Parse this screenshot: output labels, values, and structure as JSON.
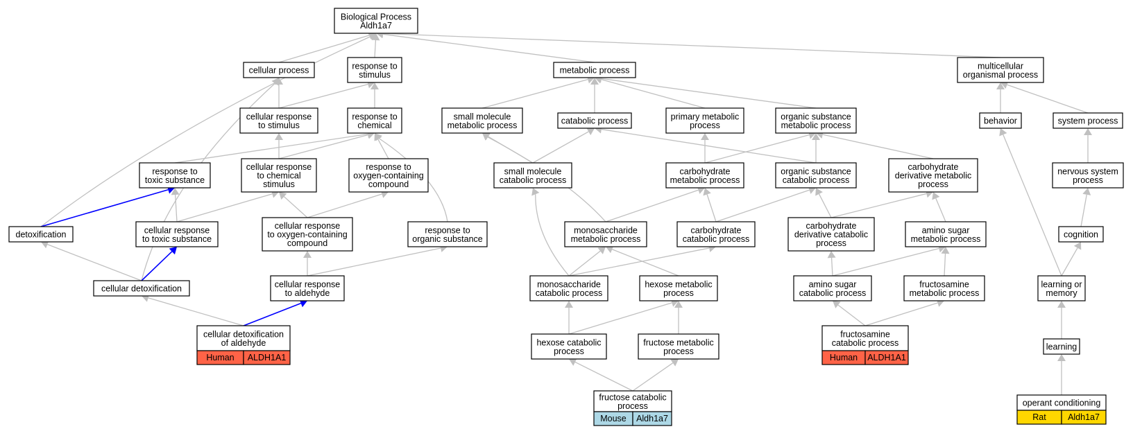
{
  "diagram": {
    "colors": {
      "edge": "#c0c0c0",
      "highlight_edge": "#0000ff",
      "human": "#ff6347",
      "mouse": "#add8e6",
      "rat": "#ffd700"
    },
    "nodes": [
      {
        "id": "root",
        "lines": [
          "Biological Process",
          "Aldh1a7"
        ]
      },
      {
        "id": "cellular_process",
        "lines": [
          "cellular process"
        ]
      },
      {
        "id": "response_to_stimulus",
        "lines": [
          "response to",
          "stimulus"
        ]
      },
      {
        "id": "metabolic_process",
        "lines": [
          "metabolic process"
        ]
      },
      {
        "id": "multicellular",
        "lines": [
          "multicellular",
          "organismal process"
        ]
      },
      {
        "id": "cell_resp_stimulus",
        "lines": [
          "cellular response",
          "to stimulus"
        ]
      },
      {
        "id": "response_to_chemical",
        "lines": [
          "response to",
          "chemical"
        ]
      },
      {
        "id": "small_mol_metab",
        "lines": [
          "small molecule",
          "metabolic process"
        ]
      },
      {
        "id": "catabolic_process",
        "lines": [
          "catabolic process"
        ]
      },
      {
        "id": "primary_metab",
        "lines": [
          "primary metabolic",
          "process"
        ]
      },
      {
        "id": "org_sub_metab",
        "lines": [
          "organic substance",
          "metabolic process"
        ]
      },
      {
        "id": "behavior",
        "lines": [
          "behavior"
        ]
      },
      {
        "id": "system_process",
        "lines": [
          "system process"
        ]
      },
      {
        "id": "resp_toxic",
        "lines": [
          "response to",
          "toxic substance"
        ]
      },
      {
        "id": "cell_resp_chem",
        "lines": [
          "cellular response",
          "to chemical",
          "stimulus"
        ]
      },
      {
        "id": "resp_oxygen",
        "lines": [
          "response to",
          "oxygen-containing",
          "compound"
        ]
      },
      {
        "id": "small_mol_catab",
        "lines": [
          "small molecule",
          "catabolic process"
        ]
      },
      {
        "id": "carb_metab",
        "lines": [
          "carbohydrate",
          "metabolic process"
        ]
      },
      {
        "id": "org_sub_catab",
        "lines": [
          "organic substance",
          "catabolic process"
        ]
      },
      {
        "id": "carb_deriv_metab",
        "lines": [
          "carbohydrate",
          "derivative metabolic",
          "process"
        ]
      },
      {
        "id": "nervous_system",
        "lines": [
          "nervous system",
          "process"
        ]
      },
      {
        "id": "detoxification",
        "lines": [
          "detoxification"
        ]
      },
      {
        "id": "cell_resp_toxic",
        "lines": [
          "cellular response",
          "to toxic substance"
        ]
      },
      {
        "id": "cell_resp_oxygen",
        "lines": [
          "cellular response",
          "to oxygen-containing",
          "compound"
        ]
      },
      {
        "id": "resp_organic",
        "lines": [
          "response to",
          "organic substance"
        ]
      },
      {
        "id": "monosacch_metab",
        "lines": [
          "monosaccharide",
          "metabolic process"
        ]
      },
      {
        "id": "carb_catab",
        "lines": [
          "carbohydrate",
          "catabolic process"
        ]
      },
      {
        "id": "carb_deriv_catab",
        "lines": [
          "carbohydrate",
          "derivative catabolic",
          "process"
        ]
      },
      {
        "id": "amino_sugar_metab",
        "lines": [
          "amino sugar",
          "metabolic process"
        ]
      },
      {
        "id": "cognition",
        "lines": [
          "cognition"
        ]
      },
      {
        "id": "cell_detox",
        "lines": [
          "cellular detoxification"
        ]
      },
      {
        "id": "cell_resp_aldehyde",
        "lines": [
          "cellular response",
          "to aldehyde"
        ]
      },
      {
        "id": "monosacch_catab",
        "lines": [
          "monosaccharide",
          "catabolic process"
        ]
      },
      {
        "id": "hexose_metab",
        "lines": [
          "hexose metabolic",
          "process"
        ]
      },
      {
        "id": "amino_sugar_catab",
        "lines": [
          "amino sugar",
          "catabolic process"
        ]
      },
      {
        "id": "fructosamine_metab",
        "lines": [
          "fructosamine",
          "metabolic process"
        ]
      },
      {
        "id": "learning_memory",
        "lines": [
          "learning or",
          "memory"
        ]
      },
      {
        "id": "cell_detox_aldehyde",
        "lines": [
          "cellular detoxification",
          "of aldehyde"
        ],
        "tags": [
          {
            "species": "Human",
            "gene": "ALDH1A1",
            "color": "#ff6347"
          }
        ]
      },
      {
        "id": "hexose_catab",
        "lines": [
          "hexose catabolic",
          "process"
        ]
      },
      {
        "id": "fructose_metab",
        "lines": [
          "fructose metabolic",
          "process"
        ]
      },
      {
        "id": "fructosamine_catab",
        "lines": [
          "fructosamine",
          "catabolic process"
        ],
        "tags": [
          {
            "species": "Human",
            "gene": "ALDH1A1",
            "color": "#ff6347"
          }
        ]
      },
      {
        "id": "learning",
        "lines": [
          "learning"
        ]
      },
      {
        "id": "fructose_catab",
        "lines": [
          "fructose catabolic",
          "process"
        ],
        "tags": [
          {
            "species": "Mouse",
            "gene": "Aldh1a7",
            "color": "#add8e6"
          }
        ]
      },
      {
        "id": "operant",
        "lines": [
          "operant conditioning"
        ],
        "tags": [
          {
            "species": "Rat",
            "gene": "Aldh1a7",
            "color": "#ffd700"
          }
        ]
      }
    ],
    "edges": [
      {
        "from": "cellular_process",
        "to": "root"
      },
      {
        "from": "response_to_stimulus",
        "to": "root"
      },
      {
        "from": "metabolic_process",
        "to": "root"
      },
      {
        "from": "multicellular",
        "to": "root"
      },
      {
        "from": "detoxification",
        "to": "root"
      },
      {
        "from": "cell_resp_stimulus",
        "to": "cellular_process"
      },
      {
        "from": "cell_resp_stimulus",
        "to": "response_to_stimulus"
      },
      {
        "from": "response_to_chemical",
        "to": "response_to_stimulus"
      },
      {
        "from": "cell_detox",
        "to": "cellular_process"
      },
      {
        "from": "small_mol_metab",
        "to": "metabolic_process"
      },
      {
        "from": "catabolic_process",
        "to": "metabolic_process"
      },
      {
        "from": "primary_metab",
        "to": "metabolic_process"
      },
      {
        "from": "org_sub_metab",
        "to": "metabolic_process"
      },
      {
        "from": "behavior",
        "to": "multicellular"
      },
      {
        "from": "system_process",
        "to": "multicellular"
      },
      {
        "from": "resp_toxic",
        "to": "response_to_chemical"
      },
      {
        "from": "cell_resp_chem",
        "to": "response_to_chemical"
      },
      {
        "from": "cell_resp_chem",
        "to": "cell_resp_stimulus"
      },
      {
        "from": "resp_oxygen",
        "to": "response_to_chemical"
      },
      {
        "from": "resp_organic",
        "to": "response_to_chemical"
      },
      {
        "from": "small_mol_catab",
        "to": "small_mol_metab"
      },
      {
        "from": "small_mol_catab",
        "to": "catabolic_process"
      },
      {
        "from": "monosacch_metab",
        "to": "small_mol_metab"
      },
      {
        "from": "org_sub_catab",
        "to": "catabolic_process"
      },
      {
        "from": "org_sub_catab",
        "to": "org_sub_metab"
      },
      {
        "from": "carb_metab",
        "to": "primary_metab"
      },
      {
        "from": "carb_metab",
        "to": "org_sub_metab"
      },
      {
        "from": "carb_deriv_metab",
        "to": "org_sub_metab"
      },
      {
        "from": "nervous_system",
        "to": "system_process"
      },
      {
        "from": "detoxification",
        "to": "resp_toxic",
        "highlight": true
      },
      {
        "from": "cell_resp_toxic",
        "to": "resp_toxic"
      },
      {
        "from": "cell_resp_toxic",
        "to": "cell_resp_chem"
      },
      {
        "from": "cell_resp_oxygen",
        "to": "cell_resp_chem"
      },
      {
        "from": "cell_resp_oxygen",
        "to": "resp_oxygen"
      },
      {
        "from": "monosacch_metab",
        "to": "carb_metab"
      },
      {
        "from": "carb_catab",
        "to": "carb_metab"
      },
      {
        "from": "carb_catab",
        "to": "org_sub_catab"
      },
      {
        "from": "carb_deriv_catab",
        "to": "org_sub_catab"
      },
      {
        "from": "carb_deriv_catab",
        "to": "carb_deriv_metab"
      },
      {
        "from": "amino_sugar_metab",
        "to": "carb_deriv_metab"
      },
      {
        "from": "cognition",
        "to": "nervous_system"
      },
      {
        "from": "cell_detox",
        "to": "detoxification"
      },
      {
        "from": "cell_detox",
        "to": "cell_resp_toxic",
        "highlight": true
      },
      {
        "from": "cell_resp_aldehyde",
        "to": "cell_resp_oxygen"
      },
      {
        "from": "cell_resp_aldehyde",
        "to": "resp_organic"
      },
      {
        "from": "monosacch_catab",
        "to": "small_mol_catab"
      },
      {
        "from": "monosacch_catab",
        "to": "monosacch_metab"
      },
      {
        "from": "monosacch_catab",
        "to": "carb_catab"
      },
      {
        "from": "hexose_metab",
        "to": "monosacch_metab"
      },
      {
        "from": "amino_sugar_catab",
        "to": "carb_deriv_catab"
      },
      {
        "from": "amino_sugar_catab",
        "to": "amino_sugar_metab"
      },
      {
        "from": "fructosamine_metab",
        "to": "amino_sugar_metab"
      },
      {
        "from": "learning_memory",
        "to": "behavior"
      },
      {
        "from": "learning_memory",
        "to": "cognition"
      },
      {
        "from": "cell_detox_aldehyde",
        "to": "cell_detox"
      },
      {
        "from": "cell_detox_aldehyde",
        "to": "cell_resp_aldehyde",
        "highlight": true
      },
      {
        "from": "hexose_catab",
        "to": "monosacch_catab"
      },
      {
        "from": "hexose_catab",
        "to": "hexose_metab"
      },
      {
        "from": "fructose_metab",
        "to": "hexose_metab"
      },
      {
        "from": "fructosamine_catab",
        "to": "amino_sugar_catab"
      },
      {
        "from": "fructosamine_catab",
        "to": "fructosamine_metab"
      },
      {
        "from": "learning",
        "to": "learning_memory"
      },
      {
        "from": "fructose_catab",
        "to": "hexose_catab"
      },
      {
        "from": "fructose_catab",
        "to": "fructose_metab"
      },
      {
        "from": "operant",
        "to": "learning"
      }
    ]
  }
}
